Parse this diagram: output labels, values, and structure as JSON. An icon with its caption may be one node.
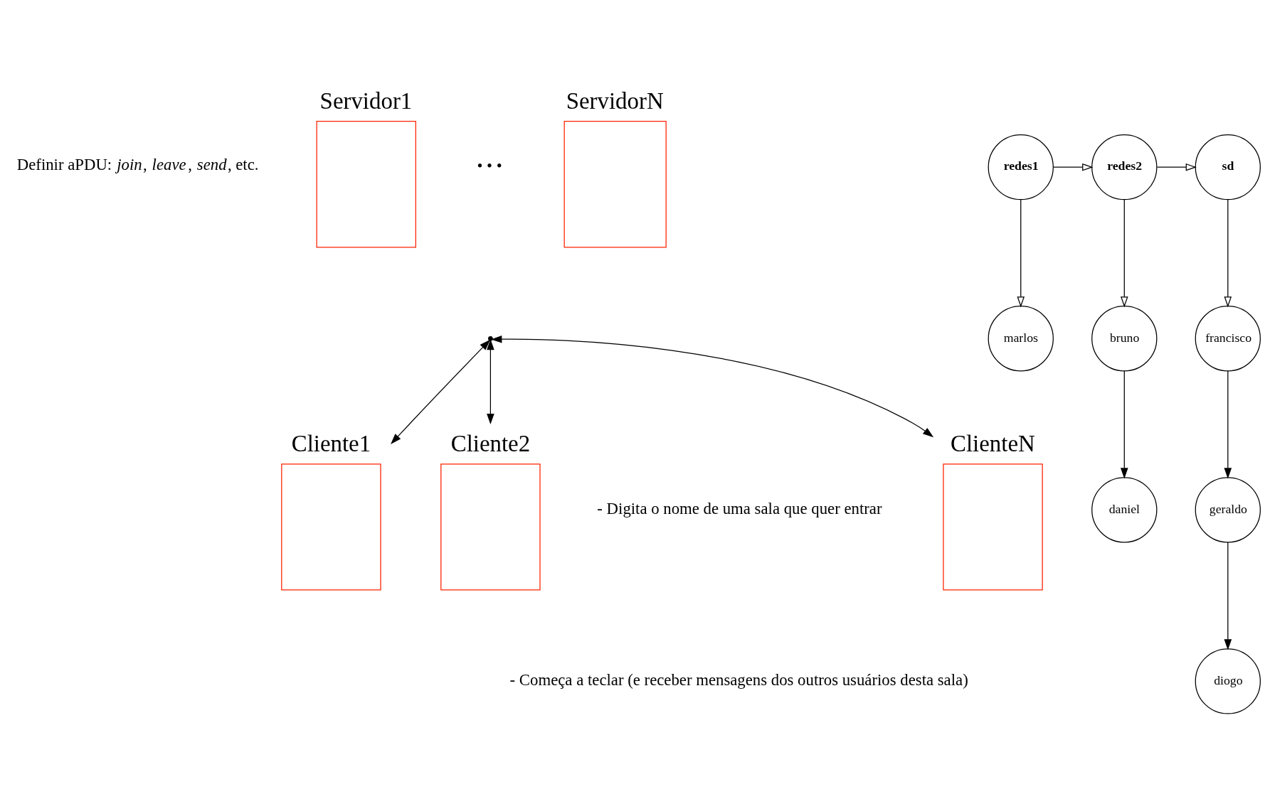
{
  "diagram": {
    "nodes": [
      {
        "text": [
          "Servidor1"
        ]
      },
      {
        "text": [
          "ServidorN"
        ]
      },
      {
        "text": [],
        "shape": "brace"
      },
      {
        "text": [
          "Cliente1"
        ]
      },
      {
        "text": [
          "Cliente2"
        ]
      },
      {
        "text": [
          "ClienteN"
        ]
      },
      {
        "text": [
          "redes1"
        ]
      },
      {
        "text": [
          "redes2"
        ]
      },
      {
        "text": [
          "sd"
        ]
      },
      {
        "text": [
          "marlos"
        ]
      },
      {
        "text": [
          "bruno"
        ]
      },
      {
        "text": [
          "daniel"
        ]
      },
      {
        "text": [
          "francisco"
        ]
      },
      {
        "text": [
          "geraldo"
        ]
      },
      {
        "text": [
          "diogo"
        ]
      }
    ],
    "edges": [
      {
        "from": 2,
        "to": 3,
        "arrow": "both"
      },
      {
        "from": 2,
        "to": 4,
        "arrow": "both"
      },
      {
        "from": 2,
        "to": 5,
        "arrow": "both"
      },
      {
        "from": 6,
        "to": 7,
        "arrow": "to"
      },
      {
        "from": 7,
        "to": 8,
        "arrow": "to"
      },
      {
        "from": 6,
        "to": 9,
        "arrow": "to"
      },
      {
        "from": 7,
        "to": 10,
        "arrow": "to"
      },
      {
        "from": 10,
        "to": 11,
        "arrow": "to"
      },
      {
        "from": 8,
        "to": 12,
        "arrow": "to"
      },
      {
        "from": 12,
        "to": 13,
        "arrow": "to"
      },
      {
        "from": 13,
        "to": 14,
        "arrow": "to"
      }
    ],
    "labels": [
      "Definir aPDU: *join*, *leave*, *send*, etc.",
      "• • •",
      "- Digita o nome de uma sala que quer entrar",
      "- Começa a teclar (e receber mensagens dos outros usuários desta sala)"
    ]
  }
}
